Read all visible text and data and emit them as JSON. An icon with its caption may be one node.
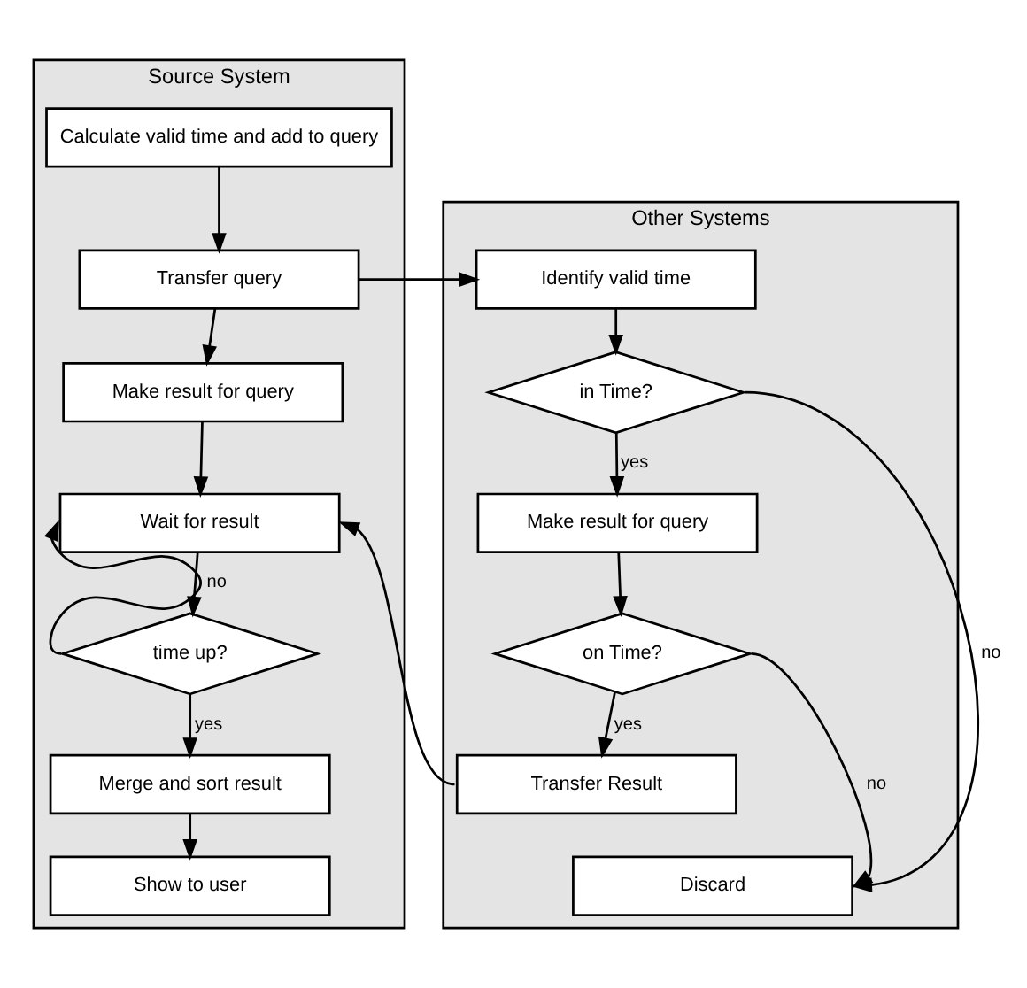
{
  "diagram": {
    "nodes": [
      {
        "text": [
          "Source System"
        ]
      },
      {
        "text": [
          "Calculate valid time and add to query"
        ],
        "in": 0
      },
      {
        "text": [
          "Transfer query"
        ],
        "in": 0
      },
      {
        "text": [
          "Make result for query"
        ],
        "in": 0
      },
      {
        "text": [
          "Wait for result"
        ],
        "in": 0
      },
      {
        "text": [
          "time up?"
        ],
        "in": 0
      },
      {
        "text": [
          "Merge and sort result"
        ],
        "in": 0
      },
      {
        "text": [
          "Show to user"
        ],
        "in": 0
      },
      {
        "text": [
          "Other Systems"
        ]
      },
      {
        "text": [
          "Identify valid time"
        ],
        "in": 8
      },
      {
        "text": [
          "in Time?"
        ],
        "in": 8
      },
      {
        "text": [
          "Make result for query"
        ],
        "in": 8
      },
      {
        "text": [
          "on Time?"
        ],
        "in": 8
      },
      {
        "text": [
          "Transfer Result"
        ],
        "in": 8
      },
      {
        "text": [
          "Discard"
        ],
        "in": 8
      }
    ],
    "edges": [
      {
        "from": 1,
        "to": 2,
        "arrow": "to"
      },
      {
        "from": 2,
        "to": 3,
        "arrow": "to"
      },
      {
        "from": 3,
        "to": 4,
        "arrow": "to"
      },
      {
        "from": 4,
        "to": 5,
        "arrow": "to"
      },
      {
        "from": 5,
        "to": 4,
        "label": "no",
        "arrow": "to"
      },
      {
        "from": 5,
        "to": 6,
        "label": "yes",
        "arrow": "to"
      },
      {
        "from": 6,
        "to": 7,
        "arrow": "to"
      },
      {
        "from": 2,
        "to": 9,
        "arrow": "to"
      },
      {
        "from": 9,
        "to": 10,
        "arrow": "to"
      },
      {
        "from": 10,
        "to": 11,
        "label": "yes",
        "arrow": "to"
      },
      {
        "from": 10,
        "to": 14,
        "label": "no",
        "arrow": "to"
      },
      {
        "from": 11,
        "to": 12,
        "arrow": "to"
      },
      {
        "from": 12,
        "to": 13,
        "label": "yes",
        "arrow": "to"
      },
      {
        "from": 12,
        "to": 14,
        "label": "no",
        "arrow": "to"
      },
      {
        "from": 13,
        "to": 4,
        "arrow": "to"
      }
    ]
  }
}
